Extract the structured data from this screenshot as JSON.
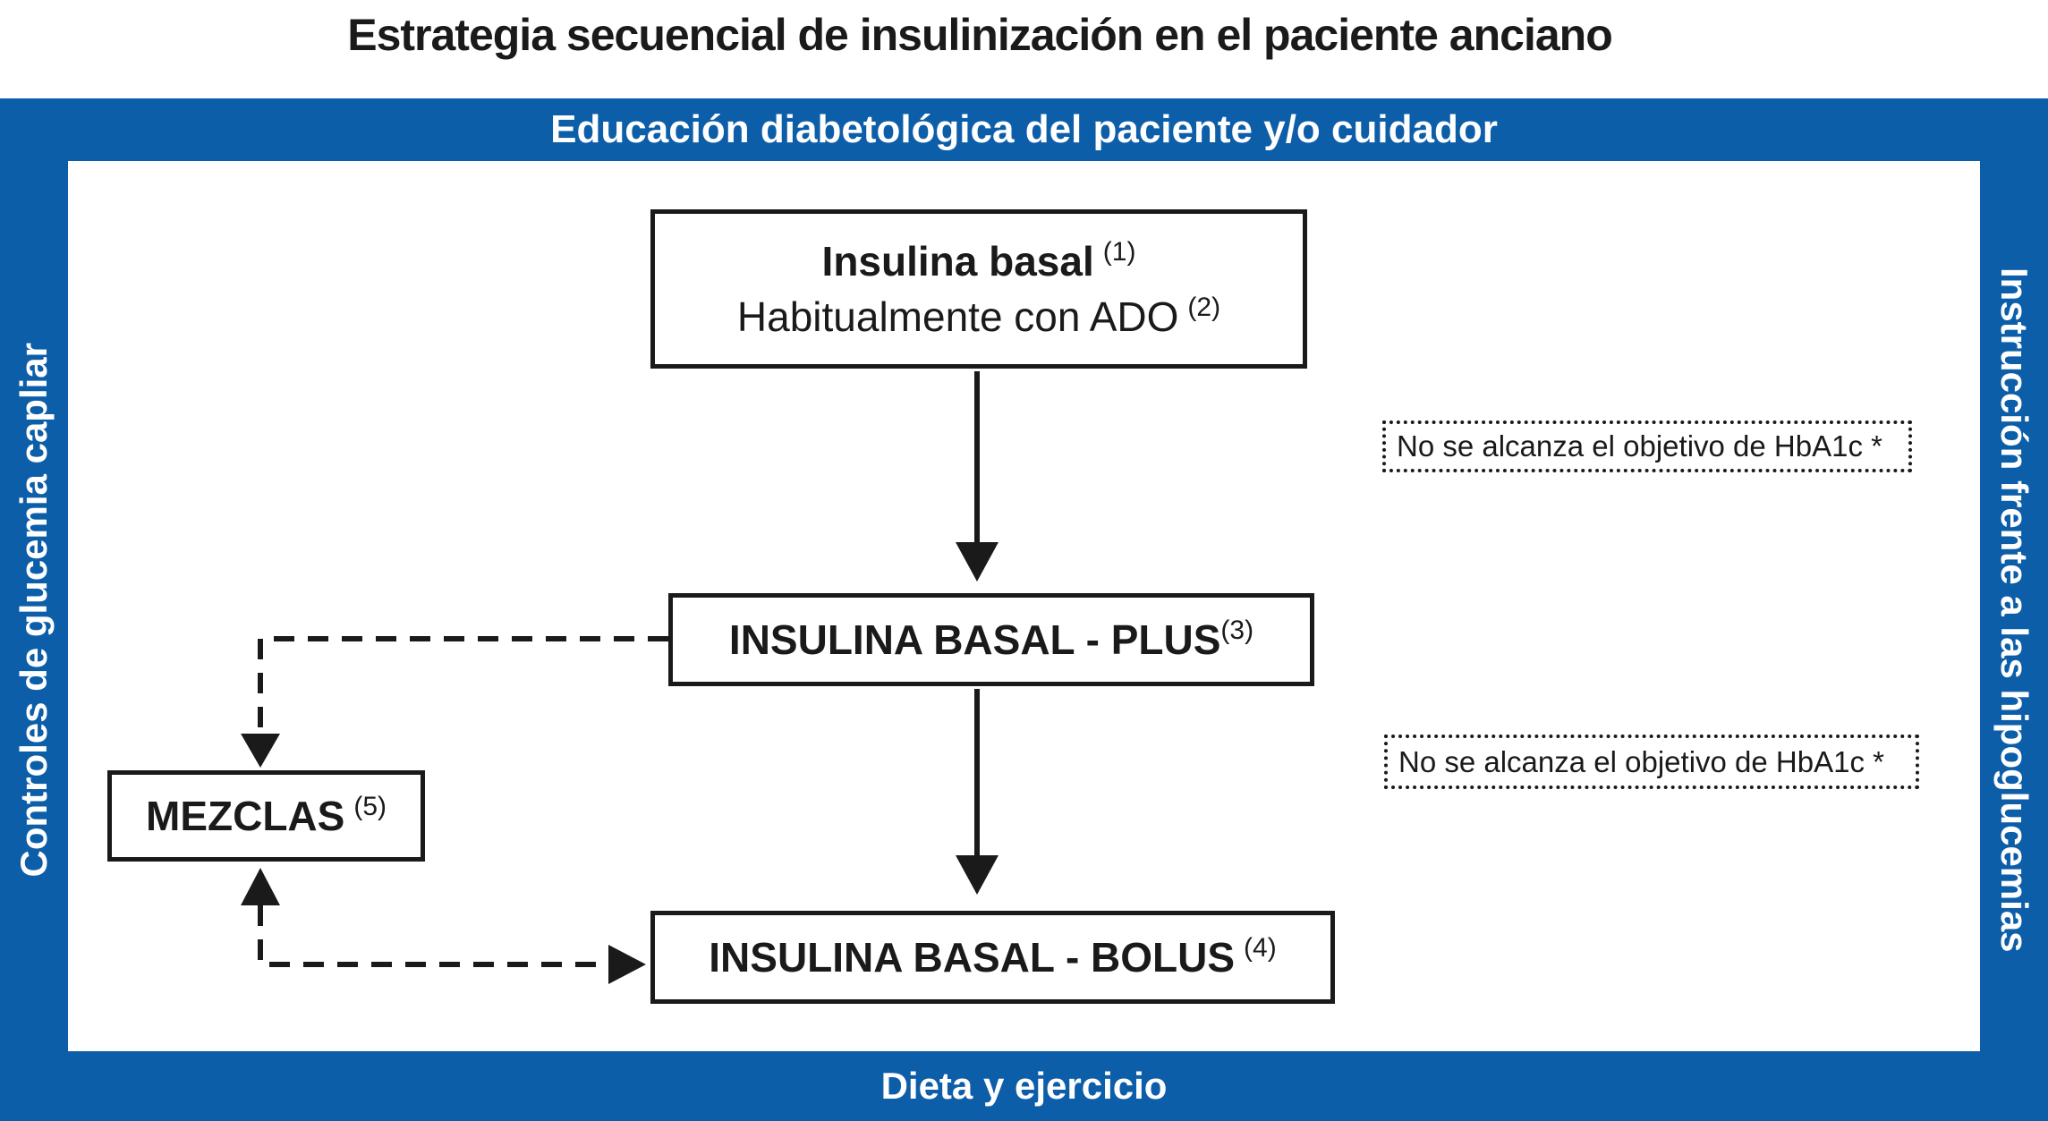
{
  "colors": {
    "frame_blue": "#0d5ea9",
    "ink": "#1a1a1a",
    "background": "#ffffff"
  },
  "title": "Estrategia secuencial de insulinización en el paciente anciano",
  "frame": {
    "top": "Educación diabetológica del paciente y/o cuidador",
    "left": "Controles de glucemia capliar",
    "right": "Instrucción frente a las hipoglucemias",
    "bottom": "Dieta y ejercicio"
  },
  "nodes": {
    "basal": {
      "line1": "Insulina basal",
      "sup1": "(1)",
      "line2": "Habitualmente con ADO",
      "sup2": "(2)"
    },
    "plus": {
      "label": "INSULINA BASAL - PLUS",
      "sup": "(3)"
    },
    "bolus": {
      "label": "INSULINA BASAL - BOLUS",
      "sup": "(4)"
    },
    "mezclas": {
      "label": "MEZCLAS",
      "sup": "(5)"
    }
  },
  "callouts": {
    "first": "No se alcanza el objetivo de HbA1c *",
    "second": "No se alcanza el objetivo de HbA1c *"
  }
}
